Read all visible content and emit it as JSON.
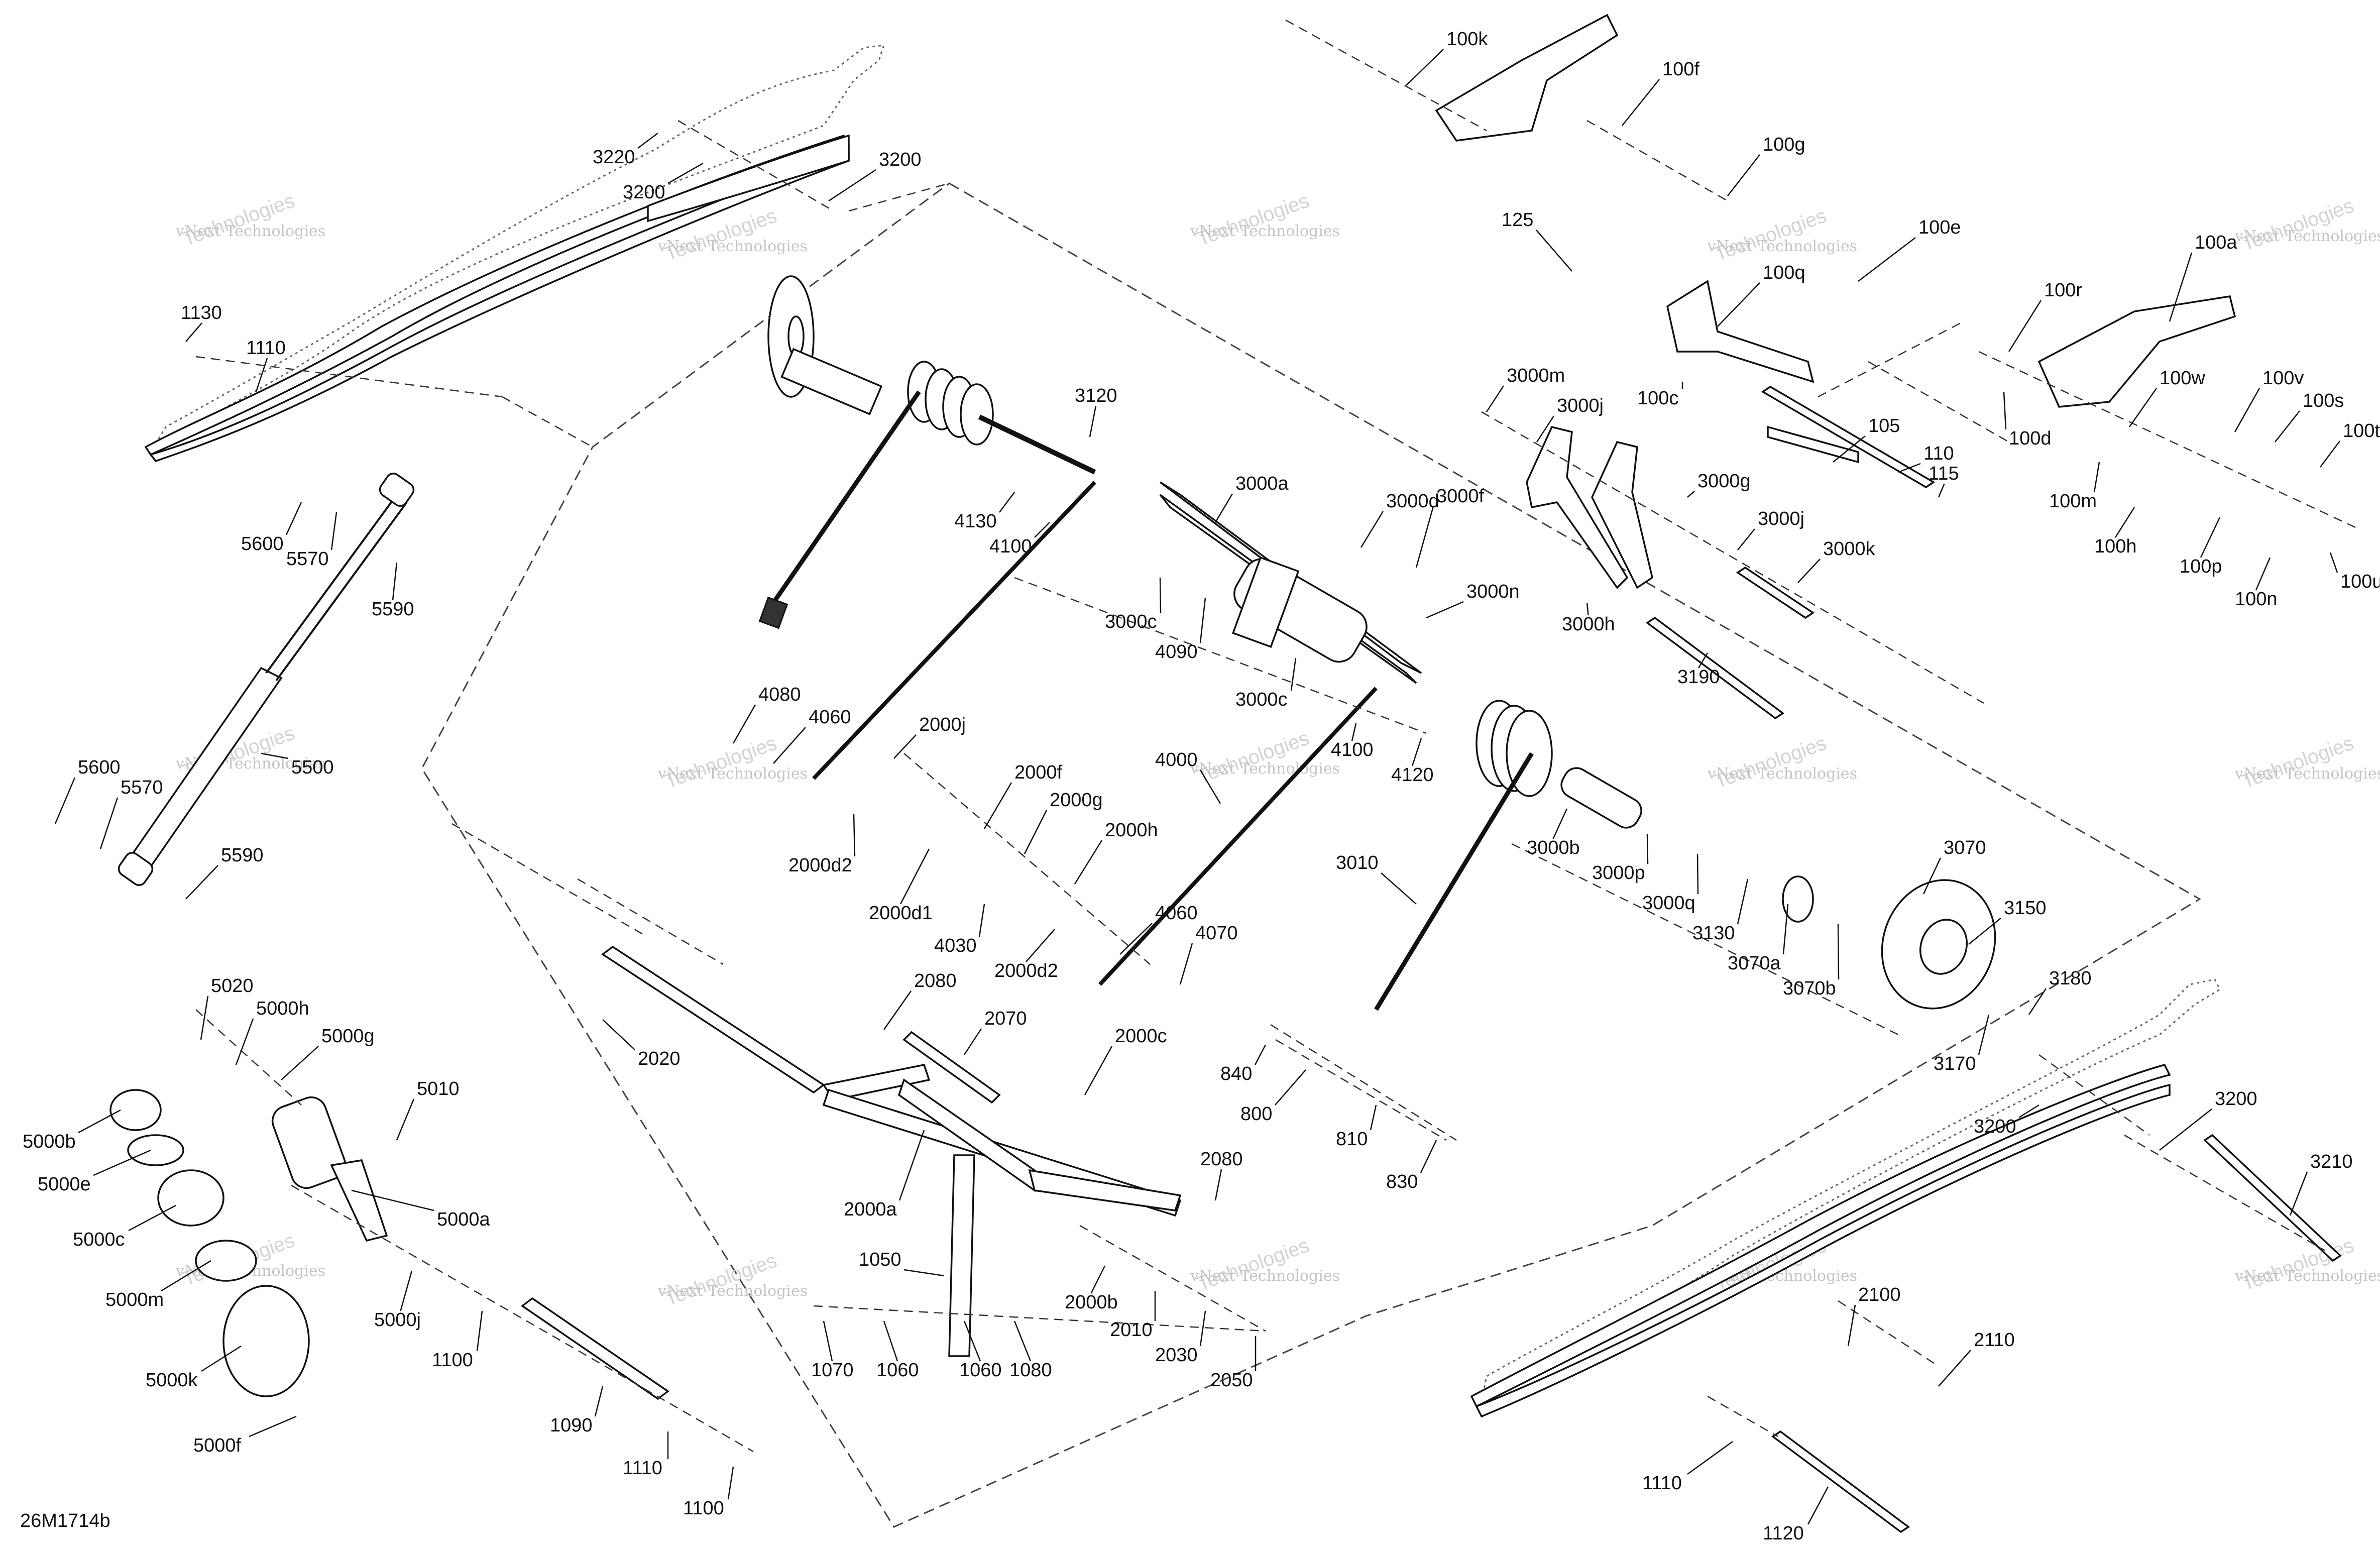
{
  "document_id": "26M1714b",
  "watermark": {
    "brand": "vNext Technologies",
    "big": "Technologies",
    "small": "vNext Technologies"
  },
  "labels": [
    {
      "id": "100k",
      "t": "100k"
    },
    {
      "id": "100f",
      "t": "100f"
    },
    {
      "id": "100g",
      "t": "100g"
    },
    {
      "id": "125",
      "t": "125"
    },
    {
      "id": "100e",
      "t": "100e"
    },
    {
      "id": "100a",
      "t": "100a"
    },
    {
      "id": "100q",
      "t": "100q"
    },
    {
      "id": "100c",
      "t": "100c"
    },
    {
      "id": "100r",
      "t": "100r"
    },
    {
      "id": "100w",
      "t": "100w"
    },
    {
      "id": "100v",
      "t": "100v"
    },
    {
      "id": "100s",
      "t": "100s"
    },
    {
      "id": "100t",
      "t": "100t"
    },
    {
      "id": "100d",
      "t": "100d"
    },
    {
      "id": "100m",
      "t": "100m"
    },
    {
      "id": "100h",
      "t": "100h"
    },
    {
      "id": "100p",
      "t": "100p"
    },
    {
      "id": "100n",
      "t": "100n"
    },
    {
      "id": "100u",
      "t": "100u"
    },
    {
      "id": "105",
      "t": "105"
    },
    {
      "id": "110a",
      "t": "110"
    },
    {
      "id": "115",
      "t": "115"
    },
    {
      "id": "3220",
      "t": "3220"
    },
    {
      "id": "3200a",
      "t": "3200"
    },
    {
      "id": "3200b",
      "t": "3200"
    },
    {
      "id": "1130",
      "t": "1130"
    },
    {
      "id": "1110a",
      "t": "1110"
    },
    {
      "id": "3120",
      "t": "3120"
    },
    {
      "id": "3000m",
      "t": "3000m"
    },
    {
      "id": "3000j_a",
      "t": "3000j"
    },
    {
      "id": "3000g",
      "t": "3000g"
    },
    {
      "id": "3000j_b",
      "t": "3000j"
    },
    {
      "id": "3000k",
      "t": "3000k"
    },
    {
      "id": "3000h",
      "t": "3000h"
    },
    {
      "id": "3190",
      "t": "3190"
    },
    {
      "id": "3000a",
      "t": "3000a"
    },
    {
      "id": "3000d",
      "t": "3000d"
    },
    {
      "id": "3000f",
      "t": "3000f"
    },
    {
      "id": "3000n",
      "t": "3000n"
    },
    {
      "id": "4130",
      "t": "4130"
    },
    {
      "id": "4100a",
      "t": "4100"
    },
    {
      "id": "3000c_a",
      "t": "3000c"
    },
    {
      "id": "4090",
      "t": "4090"
    },
    {
      "id": "3000c_b",
      "t": "3000c"
    },
    {
      "id": "5600a",
      "t": "5600"
    },
    {
      "id": "5570a",
      "t": "5570"
    },
    {
      "id": "5590a",
      "t": "5590"
    },
    {
      "id": "5500",
      "t": "5500"
    },
    {
      "id": "5600b",
      "t": "5600"
    },
    {
      "id": "5570b",
      "t": "5570"
    },
    {
      "id": "5590b",
      "t": "5590"
    },
    {
      "id": "4080",
      "t": "4080"
    },
    {
      "id": "4060a",
      "t": "4060"
    },
    {
      "id": "2000j",
      "t": "2000j"
    },
    {
      "id": "2000f",
      "t": "2000f"
    },
    {
      "id": "2000g",
      "t": "2000g"
    },
    {
      "id": "2000h",
      "t": "2000h"
    },
    {
      "id": "2000d2_a",
      "t": "2000d2"
    },
    {
      "id": "2000d1",
      "t": "2000d1"
    },
    {
      "id": "4030",
      "t": "4030"
    },
    {
      "id": "2000d2_b",
      "t": "2000d2"
    },
    {
      "id": "4000",
      "t": "4000"
    },
    {
      "id": "4100b",
      "t": "4100"
    },
    {
      "id": "4120",
      "t": "4120"
    },
    {
      "id": "3010",
      "t": "3010"
    },
    {
      "id": "3000b",
      "t": "3000b"
    },
    {
      "id": "3000p",
      "t": "3000p"
    },
    {
      "id": "3000q",
      "t": "3000q"
    },
    {
      "id": "3130",
      "t": "3130"
    },
    {
      "id": "3070",
      "t": "3070"
    },
    {
      "id": "3070a",
      "t": "3070a"
    },
    {
      "id": "3070b",
      "t": "3070b"
    },
    {
      "id": "3150",
      "t": "3150"
    },
    {
      "id": "3180",
      "t": "3180"
    },
    {
      "id": "3170",
      "t": "3170"
    },
    {
      "id": "4060b",
      "t": "4060"
    },
    {
      "id": "4070",
      "t": "4070"
    },
    {
      "id": "5020",
      "t": "5020"
    },
    {
      "id": "5000h",
      "t": "5000h"
    },
    {
      "id": "5000g",
      "t": "5000g"
    },
    {
      "id": "5010",
      "t": "5010"
    },
    {
      "id": "5000b",
      "t": "5000b"
    },
    {
      "id": "5000e",
      "t": "5000e"
    },
    {
      "id": "5000a",
      "t": "5000a"
    },
    {
      "id": "5000c",
      "t": "5000c"
    },
    {
      "id": "5000m",
      "t": "5000m"
    },
    {
      "id": "5000j",
      "t": "5000j"
    },
    {
      "id": "5000k",
      "t": "5000k"
    },
    {
      "id": "5000f",
      "t": "5000f"
    },
    {
      "id": "2020",
      "t": "2020"
    },
    {
      "id": "2080a",
      "t": "2080"
    },
    {
      "id": "2070",
      "t": "2070"
    },
    {
      "id": "2000c",
      "t": "2000c"
    },
    {
      "id": "2000a",
      "t": "2000a"
    },
    {
      "id": "2080b",
      "t": "2080"
    },
    {
      "id": "840",
      "t": "840"
    },
    {
      "id": "800",
      "t": "800"
    },
    {
      "id": "810",
      "t": "810"
    },
    {
      "id": "830",
      "t": "830"
    },
    {
      "id": "3200c",
      "t": "3200"
    },
    {
      "id": "3200d",
      "t": "3200"
    },
    {
      "id": "3210",
      "t": "3210"
    },
    {
      "id": "1100a",
      "t": "1100"
    },
    {
      "id": "1090",
      "t": "1090"
    },
    {
      "id": "1110b",
      "t": "1110"
    },
    {
      "id": "1100b",
      "t": "1100"
    },
    {
      "id": "1050",
      "t": "1050"
    },
    {
      "id": "2000b",
      "t": "2000b"
    },
    {
      "id": "2010",
      "t": "2010"
    },
    {
      "id": "2030",
      "t": "2030"
    },
    {
      "id": "2050",
      "t": "2050"
    },
    {
      "id": "1070",
      "t": "1070"
    },
    {
      "id": "1060a",
      "t": "1060"
    },
    {
      "id": "1060b",
      "t": "1060"
    },
    {
      "id": "1080",
      "t": "1080"
    },
    {
      "id": "2100",
      "t": "2100"
    },
    {
      "id": "2110",
      "t": "2110"
    },
    {
      "id": "1110c",
      "t": "1110"
    },
    {
      "id": "1120",
      "t": "1120"
    }
  ]
}
